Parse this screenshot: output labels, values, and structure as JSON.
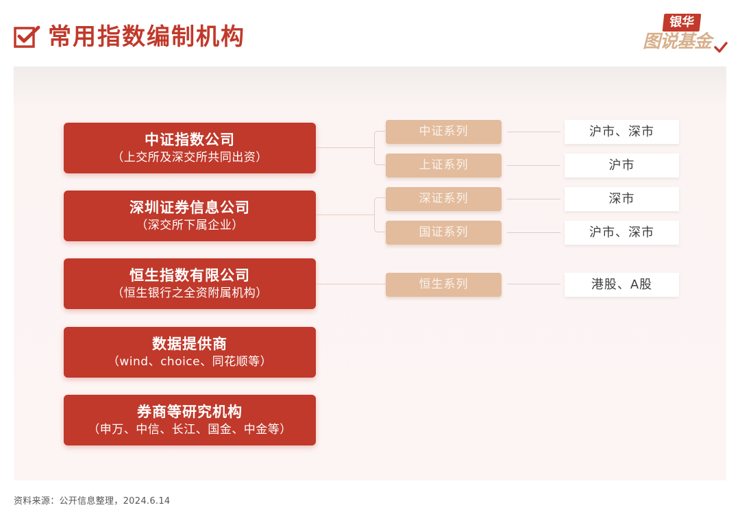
{
  "header": {
    "title": "常用指数编制机构",
    "title_icon": "checkbox-check-icon",
    "brand_color": "#c0392b"
  },
  "logo": {
    "top_text": "银华",
    "bottom_text": "图说基金",
    "icon": "check-icon",
    "top_color": "#c23a2c",
    "bottom_color": "#d7b08d"
  },
  "diagram": {
    "organizations": [
      {
        "name": "中证指数公司",
        "sub": "（上交所及深交所共同出资）"
      },
      {
        "name": "深圳证券信息公司",
        "sub": "（深交所下属企业）"
      },
      {
        "name": "恒生指数有限公司",
        "sub": "（恒生银行之全资附属机构）"
      },
      {
        "name": "数据提供商",
        "sub": "（wind、choice、同花顺等）"
      },
      {
        "name": "券商等研究机构",
        "sub": "（申万、中信、长江、国金、中金等）"
      }
    ],
    "series": [
      {
        "label": "中证系列",
        "market": "沪市、深市",
        "org_index": 0
      },
      {
        "label": "上证系列",
        "market": "沪市",
        "org_index": 0
      },
      {
        "label": "深证系列",
        "market": "深市",
        "org_index": 1
      },
      {
        "label": "国证系列",
        "market": "沪市、深市",
        "org_index": 1
      },
      {
        "label": "恒生系列",
        "market": "港股、A股",
        "org_index": 2
      }
    ],
    "colors": {
      "org_box": "#c0392b",
      "series_box": "#e2bc9d",
      "market_box": "#ffffff"
    }
  },
  "footer": {
    "source": "资料来源：公开信息整理，2024.6.14"
  }
}
